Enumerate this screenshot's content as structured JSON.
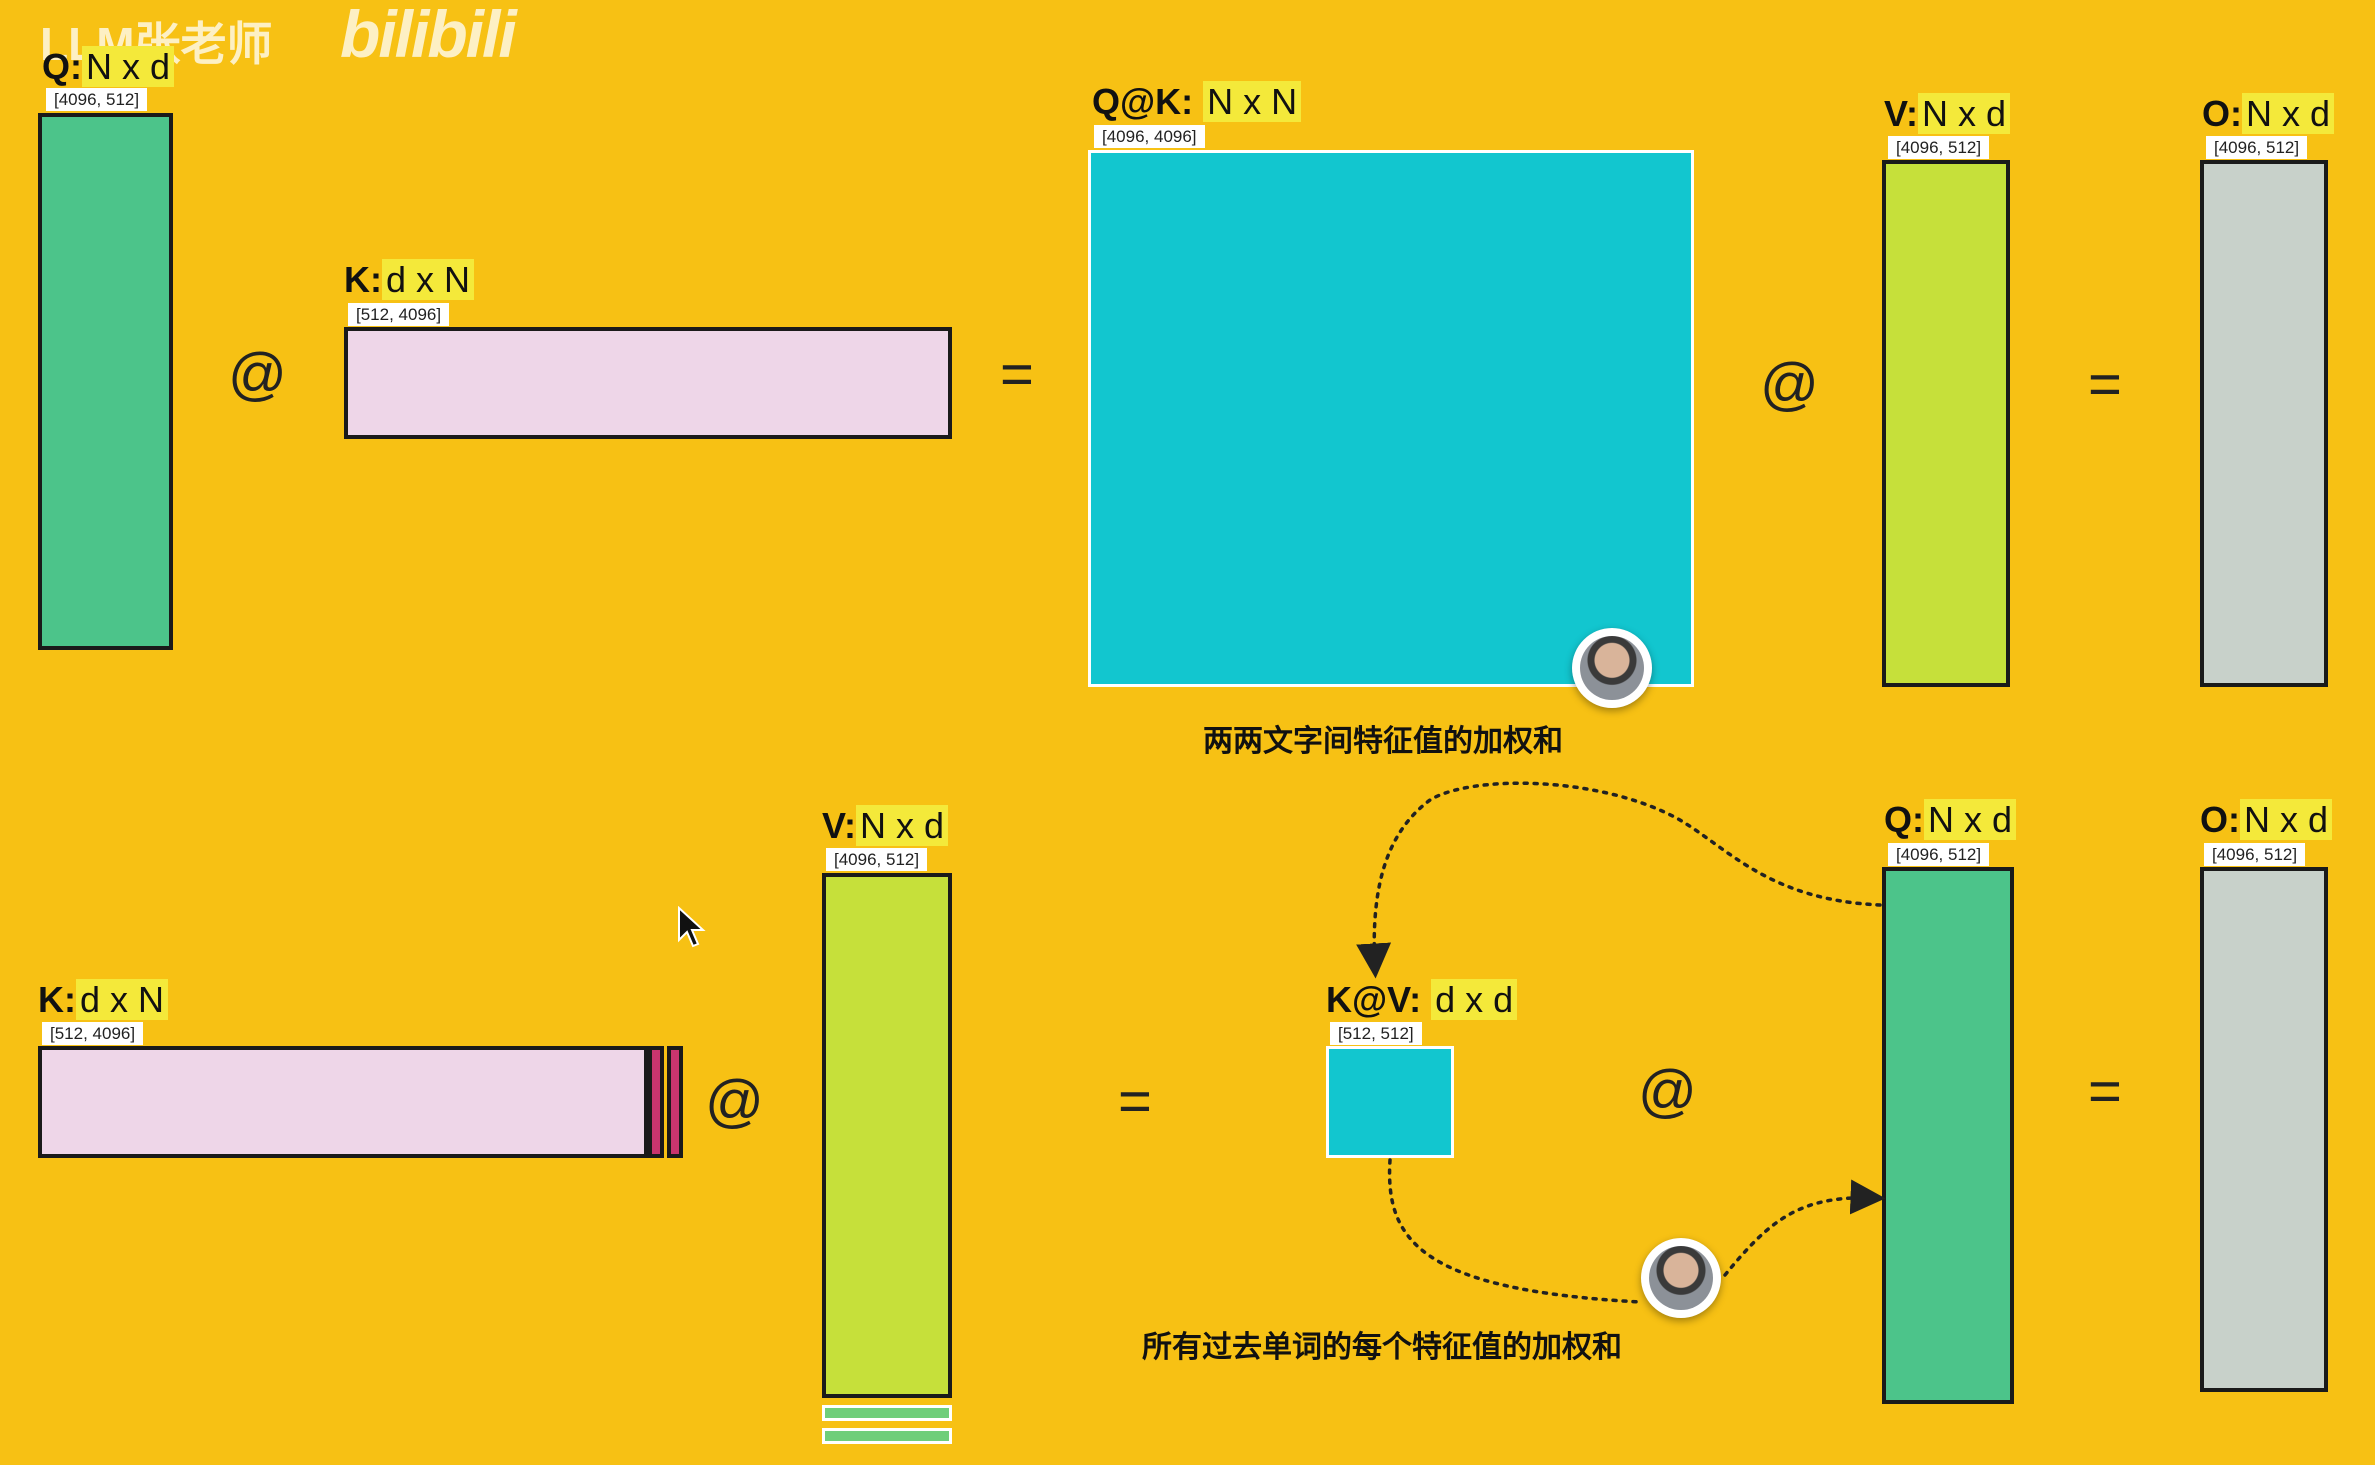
{
  "watermark": {
    "author": "LLM张老师",
    "site": "bilibili"
  },
  "top": {
    "q": {
      "name": "Q:",
      "dims": "N x d",
      "shape": "[4096, 512]"
    },
    "k": {
      "name": "K:",
      "dims": "d x N",
      "shape": "[512, 4096]"
    },
    "qk": {
      "name": "Q@K:",
      "dims": "N x N",
      "shape": "[4096, 4096]"
    },
    "v": {
      "name": "V:",
      "dims": "N x d",
      "shape": "[4096, 512]"
    },
    "o": {
      "name": "O:",
      "dims": "N x d",
      "shape": "[4096, 512]"
    },
    "op1": "@",
    "eq1": "=",
    "op2": "@",
    "eq2": "=",
    "caption": "两两文字间特征值的加权和"
  },
  "bottom": {
    "k": {
      "name": "K:",
      "dims": "d x N",
      "shape": "[512, 4096]"
    },
    "v": {
      "name": "V:",
      "dims": "N x d",
      "shape": "[4096, 512]"
    },
    "kv": {
      "name": "K@V:",
      "dims": "d x d",
      "shape": "[512, 512]"
    },
    "q": {
      "name": "Q:",
      "dims": "N x d",
      "shape": "[4096, 512]"
    },
    "o": {
      "name": "O:",
      "dims": "N x d",
      "shape": "[4096, 512]"
    },
    "op1": "@",
    "eq1": "=",
    "op2": "@",
    "eq2": "=",
    "caption": "所有过去单词的每个特征值的加权和"
  },
  "colors": {
    "background": "#F7C114",
    "q": "#4CC48A",
    "k": "#EED6E8",
    "qk": "#12C6CF",
    "v": "#C6E03A",
    "o": "#C8D1CA",
    "label_highlight": "#F4E93A",
    "k_new_tokens": "#C8356E"
  },
  "icons": [
    "presenter-avatar-icon",
    "mouse-cursor-icon"
  ]
}
